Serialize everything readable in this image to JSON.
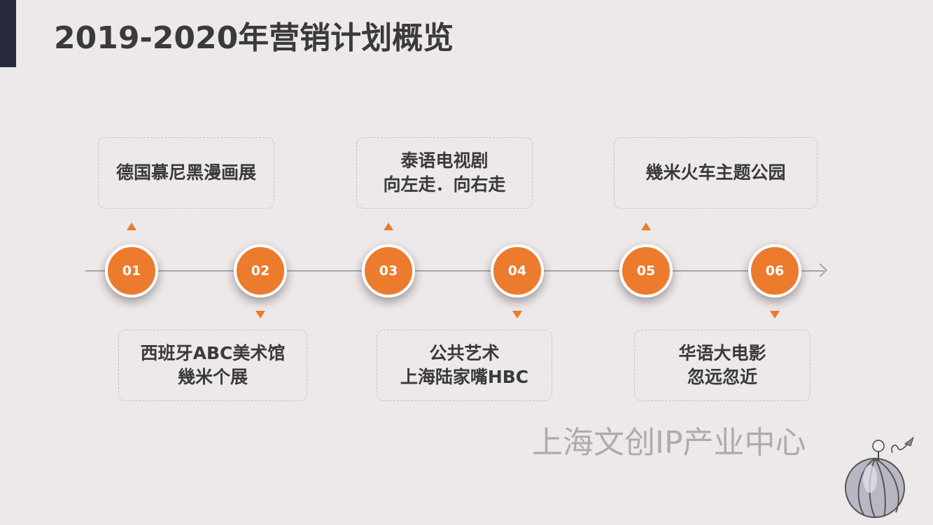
{
  "title": "2019-2020年营销计划概览",
  "accent_color": "#ec7b2d",
  "timeline": [
    {
      "num": "01",
      "position": "top",
      "lines": [
        "德国慕尼黑漫画展"
      ]
    },
    {
      "num": "02",
      "position": "bottom",
      "lines": [
        "西班牙ABC美术馆",
        "幾米个展"
      ]
    },
    {
      "num": "03",
      "position": "top",
      "lines": [
        "泰语电视剧",
        "向左走．向右走"
      ]
    },
    {
      "num": "04",
      "position": "bottom",
      "lines": [
        "公共艺术",
        "上海陆家嘴HBC"
      ]
    },
    {
      "num": "05",
      "position": "top",
      "lines": [
        "幾米火车主题公园"
      ]
    },
    {
      "num": "06",
      "position": "bottom",
      "lines": [
        "华语大电影",
        "忽远忽近"
      ]
    }
  ],
  "watermark": "上海文创IP产业中心",
  "logo_icon": "pumpkin-character-illustration"
}
